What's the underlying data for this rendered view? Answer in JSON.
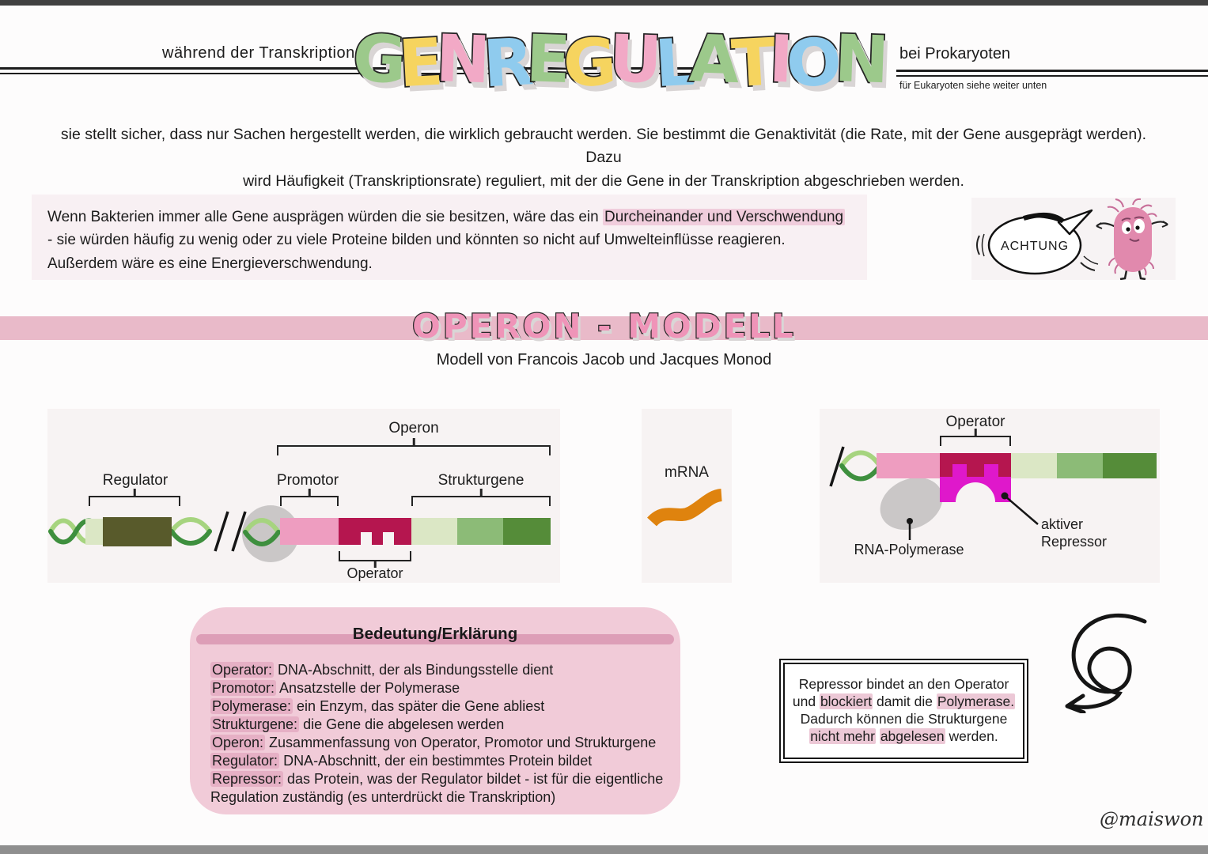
{
  "colors": {
    "promotor_pink": "#ee9dc0",
    "operator_crimson": "#b5164f",
    "gene_light": "#dbe7c5",
    "gene_mid": "#8cbb77",
    "gene_dark": "#558c39",
    "regulator_olive": "#585a2b",
    "helix_dark": "#3e8f3e",
    "helix_light": "#a6d47f",
    "polymerase_gray": "#cac7c7",
    "repressor_magenta": "#df18cb",
    "mrna_orange": "#df830e",
    "bacteria_pink": "#e189ad",
    "title_pink": "#ef94b8",
    "letter_green": "#9cc98b",
    "letter_yellow": "#f6d45f",
    "letter_pink": "#f2a9c6",
    "letter_blue": "#8fcbee"
  },
  "header": {
    "left_label": "während der Transkription",
    "right_label": "bei Prokaryoten",
    "right_note": "für Eukaryoten siehe weiter unten",
    "title": "GENREGULATION",
    "title_letters": [
      {
        "ch": "G",
        "color": "#9cc98b"
      },
      {
        "ch": "E",
        "color": "#f6d45f"
      },
      {
        "ch": "N",
        "color": "#f2a9c6"
      },
      {
        "ch": "R",
        "color": "#8fcbee"
      },
      {
        "ch": "E",
        "color": "#9cc98b"
      },
      {
        "ch": "G",
        "color": "#f6d45f"
      },
      {
        "ch": "U",
        "color": "#f2a9c6"
      },
      {
        "ch": "L",
        "color": "#8fcbee"
      },
      {
        "ch": "A",
        "color": "#9cc98b"
      },
      {
        "ch": "T",
        "color": "#f6d45f"
      },
      {
        "ch": "I",
        "color": "#f2a9c6"
      },
      {
        "ch": "O",
        "color": "#8fcbee"
      },
      {
        "ch": "N",
        "color": "#9cc98b"
      }
    ]
  },
  "intro": {
    "line1": "sie stellt sicher, dass nur Sachen hergestellt werden, die wirklich gebraucht werden. Sie bestimmt die Genaktivität (die Rate, mit der Gene ausgeprägt werden). Dazu",
    "line2": "wird Häufigkeit (Transkriptionsrate) reguliert, mit der die Gene in der Transkription abgeschrieben werden."
  },
  "warning_box": {
    "pre": "Wenn Bakterien immer alle Gene ausprägen würden die sie besitzen, wäre das ein ",
    "highlight": "Durcheinander und Verschwendung",
    "post": " - sie würden häufig zu wenig oder zu viele Proteine bilden und könnten so nicht auf Umwelteinflüsse reagieren. Außerdem wäre es eine Energieverschwendung."
  },
  "achtung": {
    "label": "ACHTUNG"
  },
  "banner": {
    "title": "OPERON - MODELL",
    "subtitle": "Modell von Francois Jacob und Jacques Monod"
  },
  "diagram_left": {
    "labels": {
      "operon": "Operon",
      "regulator": "Regulator",
      "promotor": "Promotor",
      "strukturgene": "Strukturgene",
      "operator": "Operator"
    }
  },
  "mrna": {
    "label": "mRNA"
  },
  "diagram_right": {
    "labels": {
      "operator": "Operator",
      "polymerase": "RNA-Polymerase",
      "repressor_line1": "aktiver",
      "repressor_line2": "Repressor"
    }
  },
  "definitions": {
    "title": "Bedeutung/Erklärung",
    "items": [
      {
        "term": "Operator:",
        "desc": "DNA-Abschnitt, der als Bindungsstelle dient"
      },
      {
        "term": "Promotor:",
        "desc": "Ansatzstelle der Polymerase"
      },
      {
        "term": "Polymerase:",
        "desc": "ein Enzym, das später die Gene abliest"
      },
      {
        "term": "Strukturgene:",
        "desc": "die Gene die abgelesen werden"
      },
      {
        "term": "Operon:",
        "desc": "Zusammenfassung von Operator, Promotor und Strukturgene"
      },
      {
        "term": "Regulator:",
        "desc": "DNA-Abschnitt, der ein bestimmtes Protein bildet"
      },
      {
        "term": "Repressor:",
        "desc": "das Protein, was der Regulator bildet - ist für die eigentliche Regulation zuständig (es unterdrückt die Transkription)"
      }
    ]
  },
  "note_box": {
    "segments": [
      {
        "t": "Repressor bindet an den Operator und ",
        "hl": false
      },
      {
        "t": "blockiert",
        "hl": true
      },
      {
        "t": " damit die ",
        "hl": false
      },
      {
        "t": "Polymerase.",
        "hl": true
      },
      {
        "t": " Dadurch können die Strukturgene ",
        "hl": false
      },
      {
        "t": "nicht mehr",
        "hl": true
      },
      {
        "t": " ",
        "hl": false
      },
      {
        "t": "abgelesen",
        "hl": true
      },
      {
        "t": " werden.",
        "hl": false
      }
    ]
  },
  "signature": "@maiswon"
}
